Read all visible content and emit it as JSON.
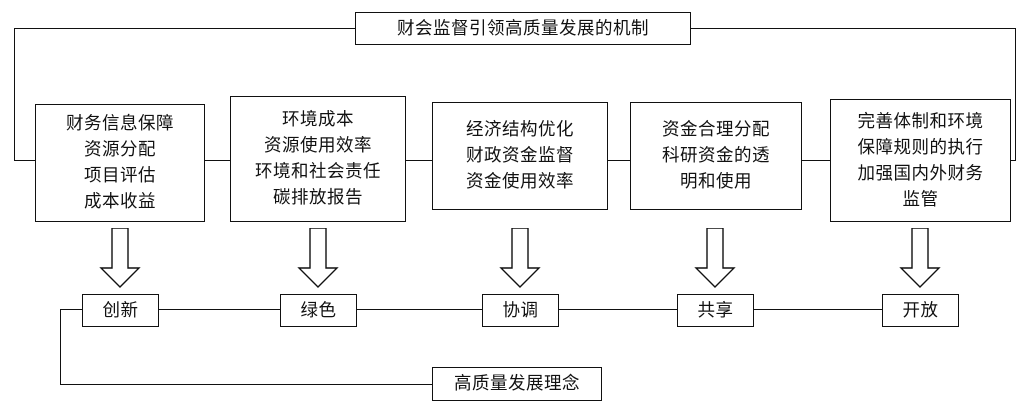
{
  "title_box": {
    "label": "财会监督引领高质量发展的机制"
  },
  "middle_boxes": [
    {
      "id": "finance-information",
      "lines": [
        "财务信息保障",
        "资源分配",
        "项目评估",
        "成本收益"
      ]
    },
    {
      "id": "environment-cost",
      "lines": [
        "环境成本",
        "资源使用效率",
        "环境和社会责任",
        "碳排放报告"
      ]
    },
    {
      "id": "economic-structure",
      "lines": [
        "经济结构优化",
        "财政资金监督",
        "资金使用效率"
      ]
    },
    {
      "id": "fund-allocation",
      "lines": [
        "资金合理分配",
        "科研资金的透",
        "明和使用"
      ]
    },
    {
      "id": "system-improvement",
      "lines": [
        "完善体制和环境",
        "保障规则的执行",
        "加强国内外财务",
        "监管"
      ]
    }
  ],
  "concept_boxes": [
    {
      "id": "innovation",
      "label": "创新"
    },
    {
      "id": "green",
      "label": "绿色"
    },
    {
      "id": "coordination",
      "label": "协调"
    },
    {
      "id": "sharing",
      "label": "共享"
    },
    {
      "id": "openness",
      "label": "开放"
    }
  ],
  "bottom_box": {
    "label": "高质量发展理念"
  },
  "colors": {
    "line": "#111111",
    "box_background": "#ffffff",
    "text": "#111111"
  }
}
